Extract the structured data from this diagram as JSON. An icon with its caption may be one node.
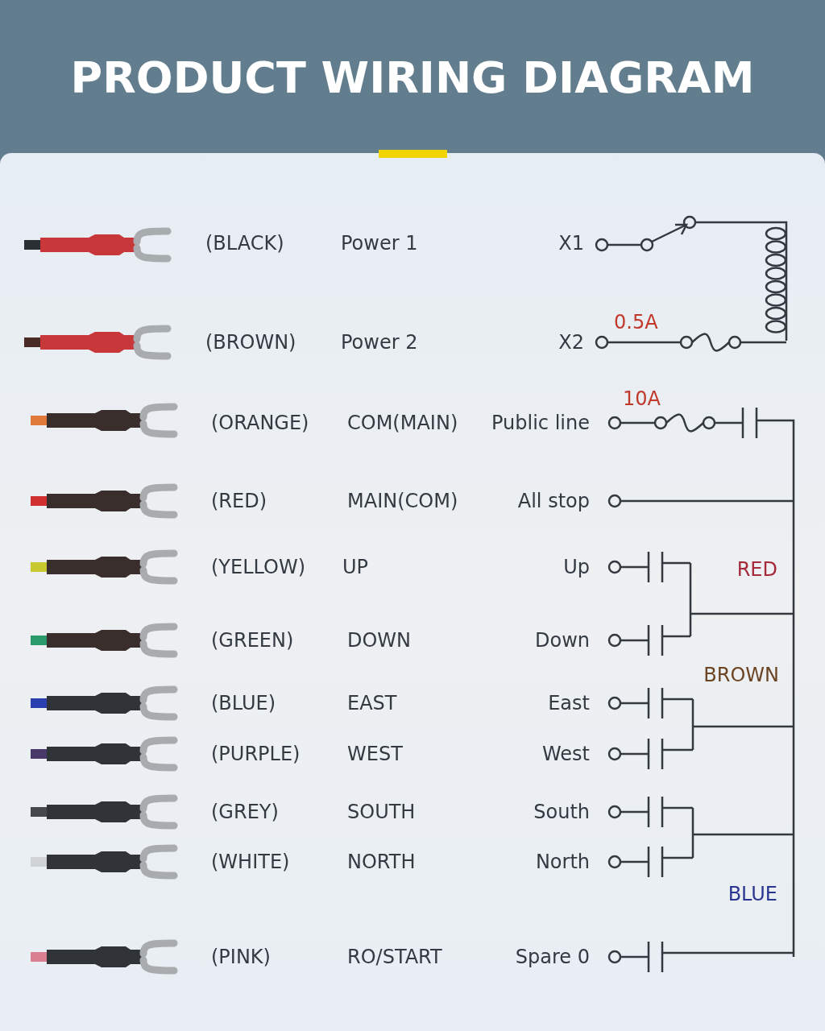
{
  "diagram": {
    "title": "PRODUCT WIRING DIAGRAM",
    "labels": [
      "(BLACK)",
      "Power 1",
      "X1",
      "0.5A",
      "(BROWN)",
      "Power 2",
      "X2",
      "10A",
      "(ORANGE)",
      "COM(MAIN)",
      "Public line",
      "(RED)",
      "MAIN(COM)",
      "All stop",
      "(YELLOW)",
      "UP",
      "Up",
      "RED",
      "(GREEN)",
      "DOWN",
      "Down",
      "BROWN",
      "(BLUE)",
      "EAST",
      "East",
      "(PURPLE)",
      "WEST",
      "West",
      "(GREY)",
      "SOUTH",
      "South",
      "(WHITE)",
      "NORTH",
      "North",
      "BLUE",
      "(PINK)",
      "RO/START",
      "Spare 0"
    ]
  }
}
